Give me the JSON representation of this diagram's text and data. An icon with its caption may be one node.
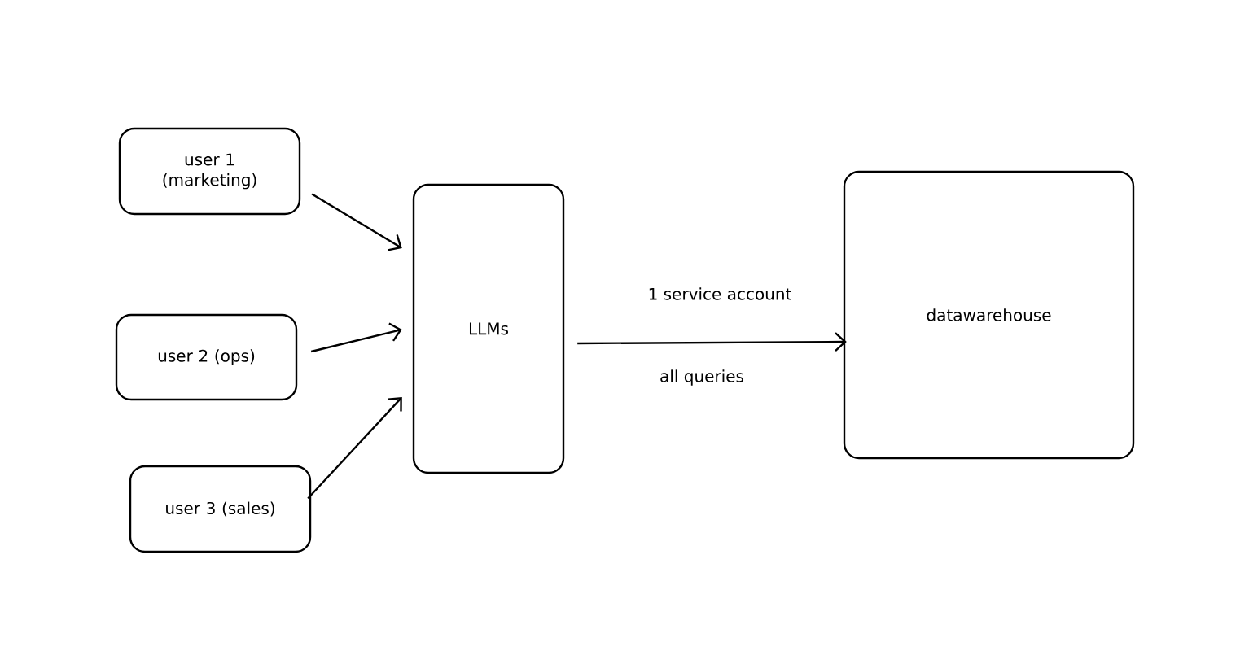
{
  "diagram": {
    "nodes": [
      {
        "text": [
          "user 1 (marketing)"
        ]
      },
      {
        "text": [
          "user 2 (ops)"
        ]
      },
      {
        "text": [
          "user 3 (sales)"
        ]
      },
      {
        "text": [
          "LLMs"
        ]
      },
      {
        "text": [
          "datawarehouse"
        ]
      }
    ],
    "edges": [
      {
        "from": 0,
        "to": 3,
        "arrow": "to"
      },
      {
        "from": 1,
        "to": 3,
        "arrow": "to"
      },
      {
        "from": 2,
        "to": 3,
        "arrow": "to"
      },
      {
        "from": 3,
        "to": 4,
        "arrow": "to",
        "label": "1 service account"
      }
    ],
    "labels": [
      "all queries"
    ]
  }
}
